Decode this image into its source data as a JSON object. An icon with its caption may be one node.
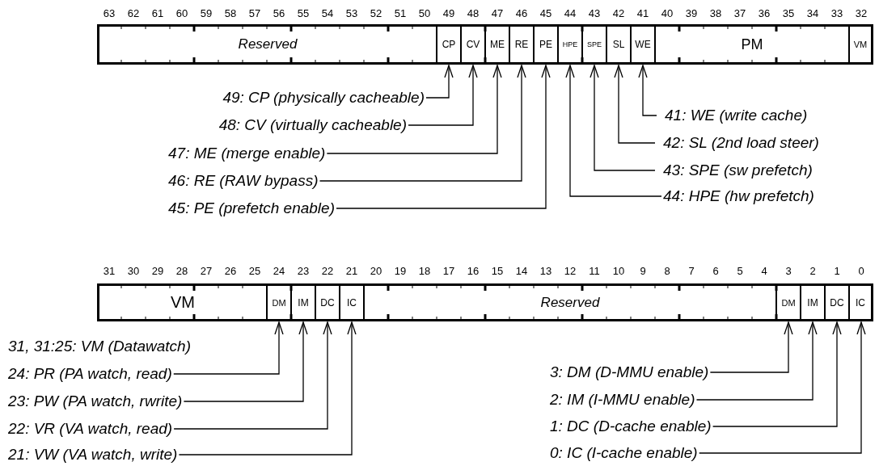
{
  "diagram": {
    "nodes": [
      {
        "text": [
          "Reserved"
        ]
      },
      {
        "text": [
          "CP"
        ]
      },
      {
        "text": [
          "CV"
        ]
      },
      {
        "text": [
          "ME"
        ]
      },
      {
        "text": [
          "RE"
        ]
      },
      {
        "text": [
          "PE"
        ]
      },
      {
        "text": [
          "HPE"
        ]
      },
      {
        "text": [
          "SPE"
        ]
      },
      {
        "text": [
          "SL"
        ]
      },
      {
        "text": [
          "WE"
        ]
      },
      {
        "text": [
          "PM"
        ]
      },
      {
        "text": [
          "VM"
        ]
      },
      {
        "text": [
          "VM"
        ]
      },
      {
        "text": [
          "DM"
        ]
      },
      {
        "text": [
          "IM"
        ]
      },
      {
        "text": [
          "DC"
        ]
      },
      {
        "text": [
          "IC"
        ]
      },
      {
        "text": [
          "Reserved"
        ]
      },
      {
        "text": [
          "DM"
        ]
      },
      {
        "text": [
          "IM"
        ]
      },
      {
        "text": [
          "DC"
        ]
      },
      {
        "text": [
          "IC"
        ]
      },
      {
        "text": [
          "49: CP (physically cacheable)"
        ]
      },
      {
        "text": [
          "48: CV (virtually cacheable)"
        ]
      },
      {
        "text": [
          "47: ME (merge enable)"
        ]
      },
      {
        "text": [
          "46: RE (RAW bypass)"
        ]
      },
      {
        "text": [
          "45: PE (prefetch enable)"
        ]
      },
      {
        "text": [
          "41: WE (write cache)"
        ]
      },
      {
        "text": [
          "42: SL (2nd load steer)"
        ]
      },
      {
        "text": [
          "43: SPE (sw prefetch)"
        ]
      },
      {
        "text": [
          "44: HPE (hw prefetch)"
        ]
      },
      {
        "text": [
          "24: PR (PA watch, read)"
        ]
      },
      {
        "text": [
          "23: PW (PA watch, rwrite)"
        ]
      },
      {
        "text": [
          "22: VR (VA watch, read)"
        ]
      },
      {
        "text": [
          "21: VW (VA watch, write)"
        ]
      },
      {
        "text": [
          "3: DM (D-MMU enable)"
        ]
      },
      {
        "text": [
          "2: IM (I-MMU enable)"
        ]
      },
      {
        "text": [
          "1: DC (D-cache enable)"
        ]
      },
      {
        "text": [
          "0: IC (I-cache enable)"
        ]
      }
    ],
    "edges": [
      {
        "from": 22,
        "to": 1,
        "arrow": "to"
      },
      {
        "from": 23,
        "to": 2,
        "arrow": "to"
      },
      {
        "from": 24,
        "to": 3,
        "arrow": "to"
      },
      {
        "from": 25,
        "to": 4,
        "arrow": "to"
      },
      {
        "from": 26,
        "to": 5,
        "arrow": "to"
      },
      {
        "from": 27,
        "to": 9,
        "arrow": "to"
      },
      {
        "from": 28,
        "to": 8,
        "arrow": "to"
      },
      {
        "from": 29,
        "to": 7,
        "arrow": "to"
      },
      {
        "from": 30,
        "to": 6,
        "arrow": "to"
      },
      {
        "from": 31,
        "to": 13,
        "arrow": "to"
      },
      {
        "from": 32,
        "to": 14,
        "arrow": "to"
      },
      {
        "from": 33,
        "to": 15,
        "arrow": "to"
      },
      {
        "from": 34,
        "to": 16,
        "arrow": "to"
      },
      {
        "from": 35,
        "to": 18,
        "arrow": "to"
      },
      {
        "from": 36,
        "to": 19,
        "arrow": "to"
      },
      {
        "from": 37,
        "to": 20,
        "arrow": "to"
      },
      {
        "from": 38,
        "to": 21,
        "arrow": "to"
      }
    ],
    "labels": [
      "63",
      "62",
      "61",
      "60",
      "59",
      "58",
      "57",
      "56",
      "55",
      "54",
      "53",
      "52",
      "51",
      "50",
      "49",
      "48",
      "47",
      "46",
      "45",
      "44",
      "43",
      "42",
      "41",
      "40",
      "39",
      "38",
      "37",
      "36",
      "35",
      "34",
      "33",
      "32",
      "31",
      "30",
      "29",
      "28",
      "27",
      "26",
      "25",
      "24",
      "23",
      "22",
      "21",
      "20",
      "19",
      "18",
      "17",
      "16",
      "15",
      "14",
      "13",
      "12",
      "11",
      "10",
      "9",
      "8",
      "7",
      "6",
      "5",
      "4",
      "3",
      "2",
      "1",
      "0",
      "31, 31:25: VM (Datawatch)"
    ]
  }
}
